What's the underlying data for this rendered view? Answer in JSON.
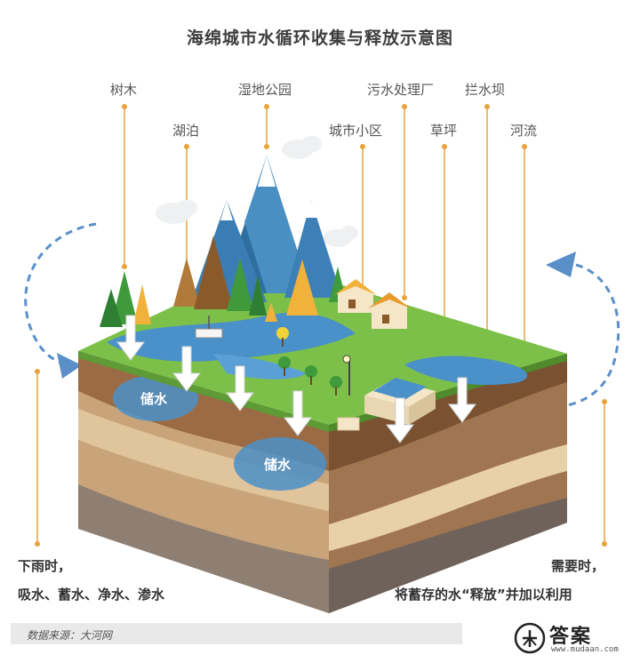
{
  "title": "海绵城市水循环收集与释放示意图",
  "labels": {
    "trees": "树木",
    "wetland_park": "湿地公园",
    "sewage_plant": "污水处理厂",
    "dam": "拦水坝",
    "lake": "湖泊",
    "community": "城市小区",
    "lawn": "草坪",
    "river": "河流"
  },
  "storage": [
    "储水",
    "储水"
  ],
  "left_text": {
    "line1": "下雨时，",
    "line2": "吸水、蓄水、净水、渗水"
  },
  "right_text": {
    "line1": "需要时，",
    "line2": "将蓄存的水“释放”并加以利用"
  },
  "source": "数据来源：大河网",
  "watermark": {
    "name": "答案",
    "url": "www.mudaan.com"
  },
  "colors": {
    "leader": "#e8a33a",
    "arrow": "#5b8fc9",
    "grass": "#7cc04a",
    "water": "#4a90c9"
  }
}
